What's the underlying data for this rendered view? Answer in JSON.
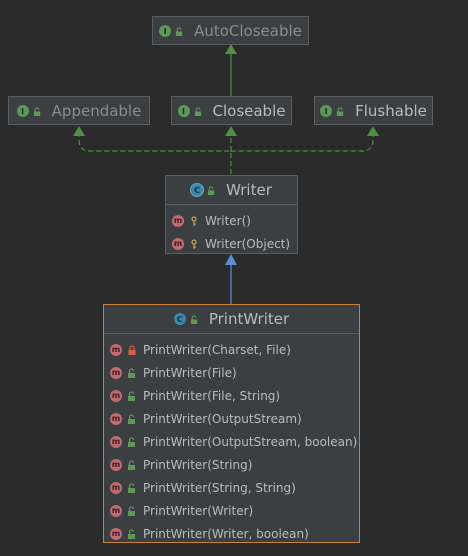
{
  "nodes": {
    "autocloseable": {
      "name": "AutoCloseable",
      "kind": "I"
    },
    "appendable": {
      "name": "Appendable",
      "kind": "I"
    },
    "closeable": {
      "name": "Closeable",
      "kind": "I"
    },
    "flushable": {
      "name": "Flushable",
      "kind": "I"
    },
    "writer": {
      "name": "Writer",
      "kind": "C",
      "members": [
        {
          "sig": "Writer()",
          "vis": "protected"
        },
        {
          "sig": "Writer(Object)",
          "vis": "protected"
        }
      ]
    },
    "printwriter": {
      "name": "PrintWriter",
      "kind": "C",
      "members": [
        {
          "sig": "PrintWriter(Charset, File)",
          "vis": "private"
        },
        {
          "sig": "PrintWriter(File)",
          "vis": "public"
        },
        {
          "sig": "PrintWriter(File, String)",
          "vis": "public"
        },
        {
          "sig": "PrintWriter(OutputStream)",
          "vis": "public"
        },
        {
          "sig": "PrintWriter(OutputStream, boolean)",
          "vis": "public"
        },
        {
          "sig": "PrintWriter(String)",
          "vis": "public"
        },
        {
          "sig": "PrintWriter(String, String)",
          "vis": "public"
        },
        {
          "sig": "PrintWriter(Writer)",
          "vis": "public"
        },
        {
          "sig": "PrintWriter(Writer, boolean)",
          "vis": "public"
        }
      ]
    }
  },
  "colors": {
    "implements_edge": "#4f8f44",
    "extends_edge": "#5a8fd6",
    "selected_border": "#c9803a"
  }
}
